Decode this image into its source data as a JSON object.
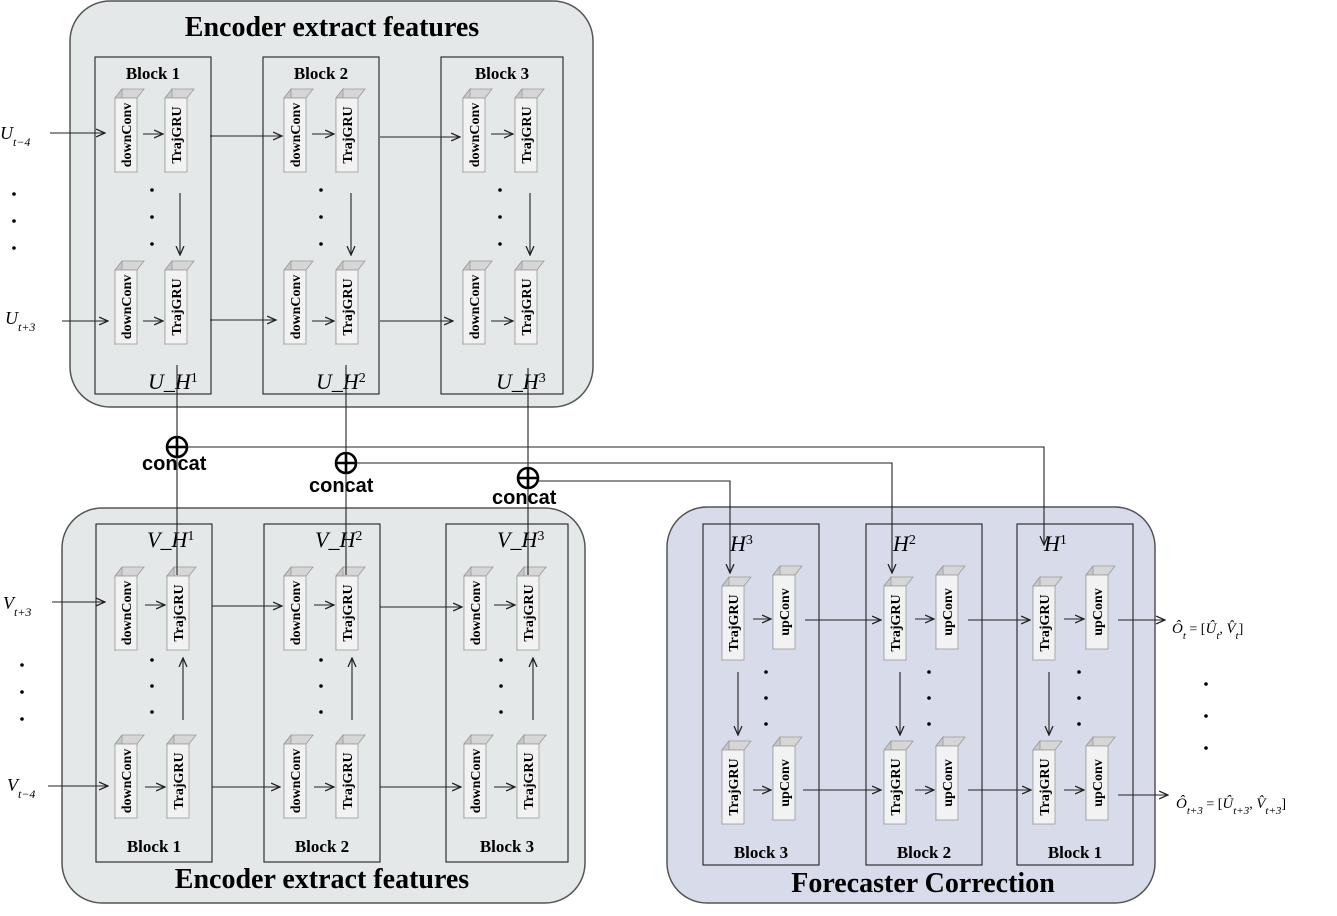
{
  "panels": {
    "top_encoder_title": "Encoder extract features",
    "bottom_encoder_title": "Encoder extract features",
    "forecaster_title": "Forecaster Correction"
  },
  "cells": {
    "down": "downConv",
    "traj": "TrajGRU",
    "up": "upConv"
  },
  "top_blocks": [
    {
      "label": "Block 1",
      "hidden_base": "U_H",
      "hidden_sup": "1"
    },
    {
      "label": "Block 2",
      "hidden_base": "U_H",
      "hidden_sup": "2"
    },
    {
      "label": "Block 3",
      "hidden_base": "U_H",
      "hidden_sup": "3"
    }
  ],
  "bottom_blocks": [
    {
      "label": "Block 1",
      "hidden_base": "V_H",
      "hidden_sup": "1"
    },
    {
      "label": "Block 2",
      "hidden_base": "V_H",
      "hidden_sup": "2"
    },
    {
      "label": "Block 3",
      "hidden_base": "V_H",
      "hidden_sup": "3"
    }
  ],
  "forecaster_blocks": [
    {
      "label": "Block 3",
      "hidden_base": "H",
      "hidden_sup": "3"
    },
    {
      "label": "Block 2",
      "hidden_base": "H",
      "hidden_sup": "2"
    },
    {
      "label": "Block 1",
      "hidden_base": "H",
      "hidden_sup": "1"
    }
  ],
  "concat_label": "concat",
  "inputs": {
    "top_first": {
      "base": "U",
      "sub": "t−4"
    },
    "top_last": {
      "base": "U",
      "sub": "t+3"
    },
    "bottom_first": {
      "base": "V",
      "sub": "t+3"
    },
    "bottom_last": {
      "base": "V",
      "sub": "t−4"
    }
  },
  "outputs": {
    "first": {
      "O_sub": "t",
      "U_sub": "t",
      "V_sub": "t"
    },
    "last": {
      "O_sub": "t+3",
      "U_sub": "t+3",
      "V_sub": "t+3"
    }
  },
  "colors": {
    "encoder_panel": "#e4e8e8",
    "forecaster_panel": "#d8dbea",
    "cell_face": "#f2f2f2",
    "cell_edge": "#c8c8c8"
  }
}
